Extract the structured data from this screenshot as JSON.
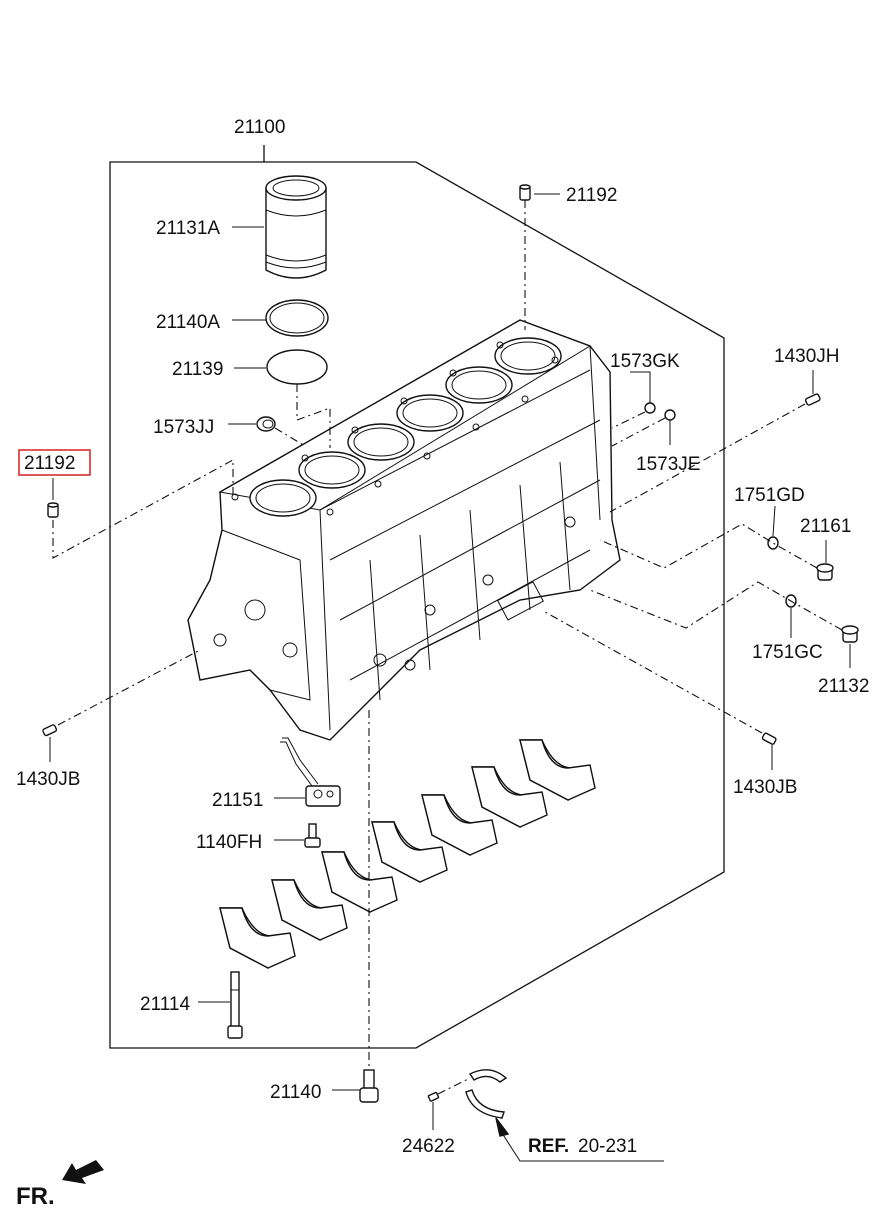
{
  "colors": {
    "line": "#111111",
    "highlight": "#d9302c",
    "background": "#ffffff"
  },
  "callouts": {
    "assembly": "21100",
    "dowel_top": "21192",
    "dowel_left_highlighted": "21192",
    "liner": "21131A",
    "liner_ring": "21140A",
    "o_ring": "21139",
    "plug_gk": "1573GK",
    "plug_jj": "1573JJ",
    "plug_je": "1573JE",
    "pin_jh": "1430JH",
    "gasket_gd": "1751GD",
    "plug_21161": "21161",
    "gasket_gc": "1751GC",
    "plug_21132": "21132",
    "pin_jb_left": "1430JB",
    "pin_jb_right": "1430JB",
    "nozzle": "21151",
    "bolt_fh": "1140FH",
    "cap_bolt": "21114",
    "oil_jet": "21140",
    "pin_24622": "24622",
    "ref_bold": "REF.",
    "ref_num": "20-231",
    "front": "FR."
  }
}
